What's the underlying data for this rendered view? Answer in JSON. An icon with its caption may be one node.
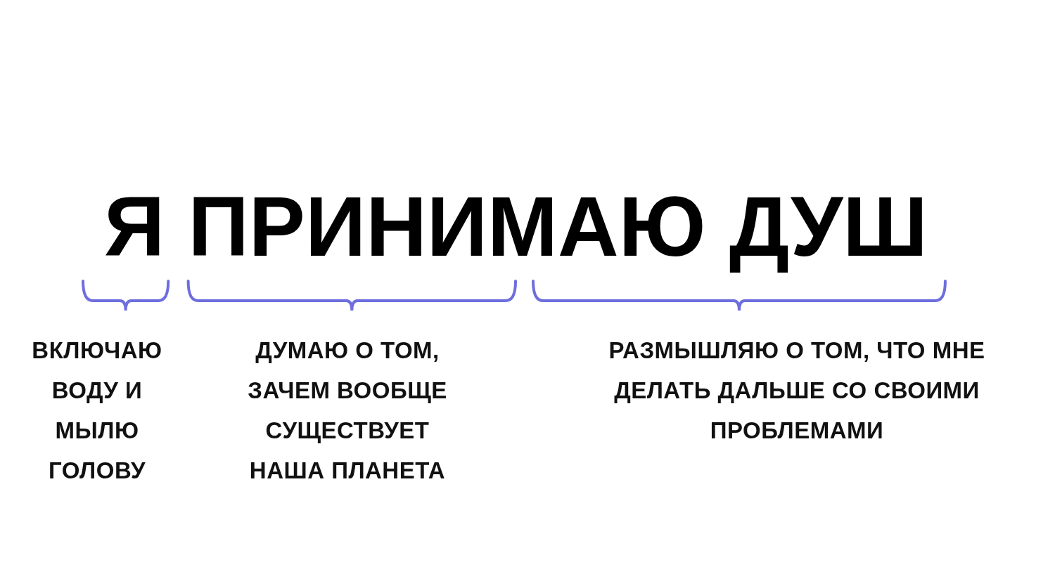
{
  "diagram": {
    "title": "Я ПРИНИМАЮ ДУШ",
    "labels": [
      "ВКЛЮЧАЮ ВОДУ И МЫЛЮ ГОЛОВУ",
      "ДУМАЮ О ТОМ, ЗАЧЕМ ВООБЩЕ СУЩЕСТВУЕТ НАША ПЛАНЕТА",
      "РАЗМЫШЛЯЮ О ТОМ, ЧТО МНЕ ДЕЛАТЬ ДАЛЬШЕ СО СВОИМИ ПРОБЛЕМАМИ"
    ]
  }
}
